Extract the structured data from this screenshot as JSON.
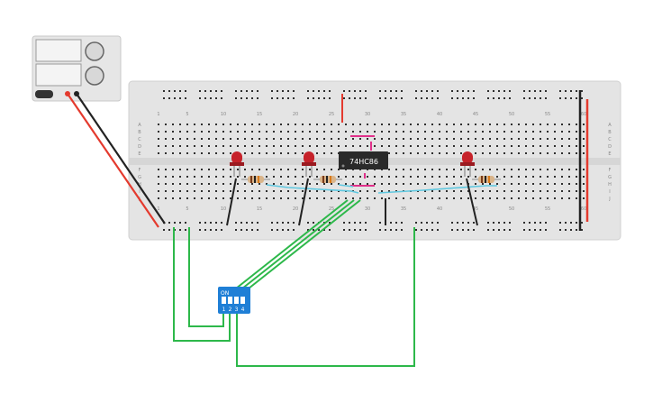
{
  "app": {
    "title": ""
  },
  "power_supply": {
    "label": ""
  },
  "chip": {
    "label": "74HC86"
  },
  "dip_switch": {
    "on_label": "ON",
    "positions": [
      "1",
      "2",
      "3",
      "4"
    ]
  },
  "breadboard": {
    "column_labels": [
      "1",
      "5",
      "10",
      "15",
      "20",
      "25",
      "30",
      "35",
      "40",
      "45",
      "50",
      "55",
      "60"
    ],
    "row_labels_top": [
      "A",
      "B",
      "C",
      "D",
      "E"
    ],
    "row_labels_bottom": [
      "F",
      "G",
      "H",
      "I",
      "J"
    ]
  },
  "colors": {
    "board": "#e4e4e4",
    "hole": "#2e2e2e",
    "rail_red": "#e43a2e",
    "rail_black": "#222222",
    "wire_green": "#2db84a",
    "wire_cyan": "#5fc8e0",
    "wire_magenta": "#e0308a",
    "led_red": "#c6222a",
    "dip_blue": "#1f7fd6"
  }
}
